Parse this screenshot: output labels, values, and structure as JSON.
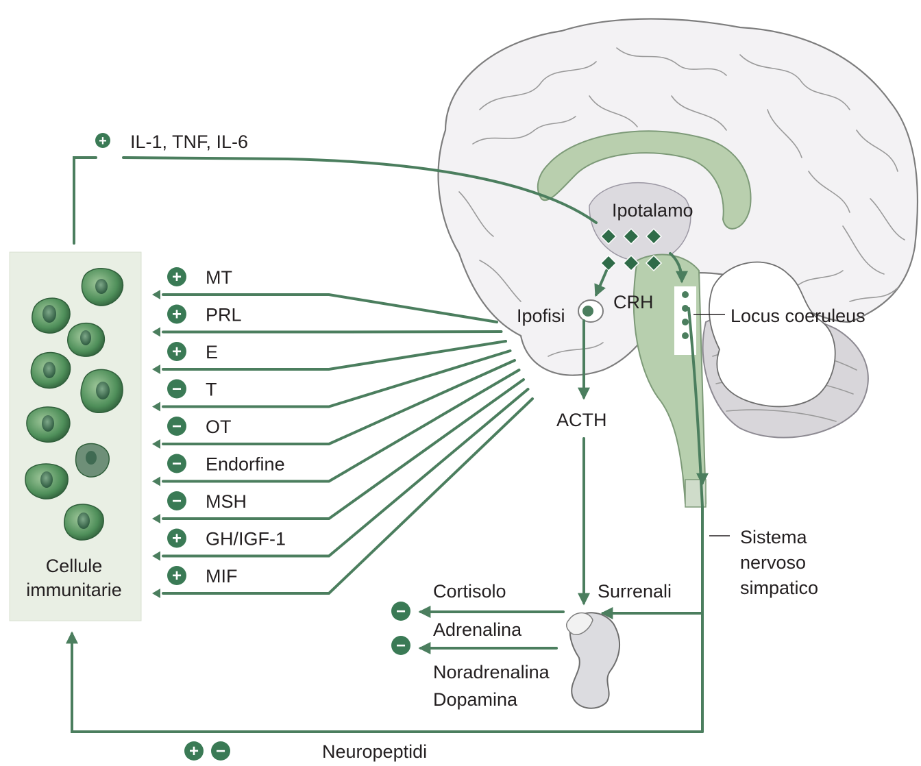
{
  "colors": {
    "pathway_green": "#4b7e5e",
    "sign_badge": "#3a7a55",
    "cell_panel": "#e9efe4",
    "brain_fill": "#f3f2f4",
    "limbic_green": "#b9cfae"
  },
  "labels": {
    "cytokines": "IL-1, TNF, IL-6",
    "hypothalamus": "Ipotalamo",
    "pituitary": "Ipofisi",
    "crh": "CRH",
    "locus": "Locus coeruleus",
    "acth": "ACTH",
    "sympathetic_1": "Sistema",
    "sympathetic_2": "nervoso",
    "sympathetic_3": "simpatico",
    "adrenals": "Surrenali",
    "cortisol": "Cortisolo",
    "adrenaline": "Adrenalina",
    "noradrenaline": "Noradrenalina",
    "dopamine": "Dopamina",
    "neuropeptides": "Neuropeptidi",
    "immune_cells_1": "Cellule",
    "immune_cells_2": "immunitarie"
  },
  "hormones": [
    {
      "name": "MT",
      "sign": "+"
    },
    {
      "name": "PRL",
      "sign": "+"
    },
    {
      "name": "E",
      "sign": "+"
    },
    {
      "name": "T",
      "sign": "−"
    },
    {
      "name": "OT",
      "sign": "−"
    },
    {
      "name": "Endorfine",
      "sign": "−"
    },
    {
      "name": "MSH",
      "sign": "−"
    },
    {
      "name": "GH/IGF-1",
      "sign": "+"
    },
    {
      "name": "MIF",
      "sign": "+"
    }
  ],
  "signs": {
    "cytokines": "+",
    "cortisol": "−",
    "adrenaline": "−",
    "neuropeptides_plus": "+",
    "neuropeptides_minus": "−"
  }
}
